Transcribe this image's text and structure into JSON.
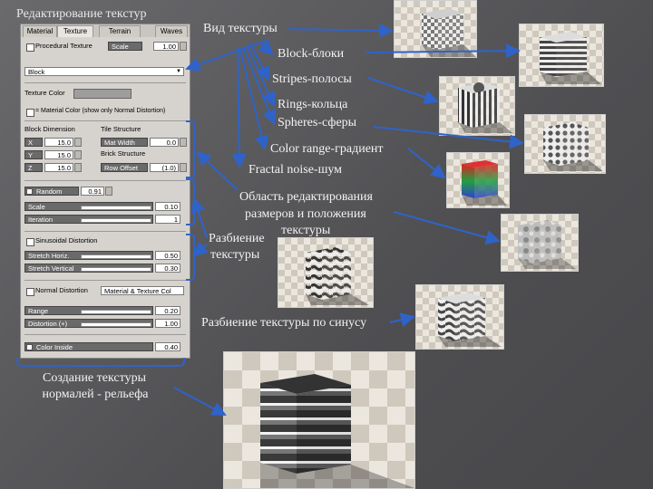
{
  "slide": {
    "title": "Редактирование текстур"
  },
  "labels": {
    "texture_view": "Вид текстуры",
    "block": "Block-блоки",
    "stripes": "Stripes-полосы",
    "rings": "Rings-кольца",
    "spheres": "Spheres-сферы",
    "color_range": "Color range-градиент",
    "fractal": "Fractal noise-шум",
    "edit_area_1": "Область редактирования",
    "edit_area_2": "размеров и положения",
    "edit_area_3": "текстуры",
    "split_1": "Разбиение",
    "split_2": "текстуры",
    "split_sine": "Разбиение текстуры по синусу",
    "normals_1": "Создание текстуры",
    "normals_2": "нормалей - рельефа"
  },
  "panel": {
    "tabs": [
      "Material",
      "Texture",
      "Terrain",
      "Waves"
    ],
    "active_tab": "Texture",
    "texture_row_label": "Procedural Texture",
    "scale_btn": "Scale",
    "scale_value": "1.00",
    "pattern_selected": "Block",
    "texture_color_label": "Texture Color",
    "material_color_label": "= Material Color (show only Normal Distortion)",
    "block_dimension_label": "Block Dimension",
    "tile_structure_label": "Tile Structure",
    "x_label": "X",
    "x_value": "15.0",
    "y_label": "Y",
    "y_value": "15.0",
    "z_label": "Z",
    "z_value": "15.0",
    "mat_width": "Mat Width",
    "mat_width_value": "0.0",
    "brick_structure_label": "Brick Structure",
    "row_offset": "Row Offset",
    "row_offset_value": "(1.0)",
    "random_label": "Random",
    "random_value": "0.91",
    "scale_label": "Scale",
    "scale_val": "0.10",
    "iteration_label": "Iteration",
    "iteration_val": "1",
    "sinusoidal_label": "Sinusoidal Distortion",
    "stretch_horiz": "Stretch Horiz.",
    "stretch_horiz_val": "0.50",
    "stretch_vert": "Stretch Vertical",
    "stretch_vert_val": "0.30",
    "normal_distortion": "Normal Distortion",
    "normal_mode": "Material & Texture Col",
    "range_label": "Range",
    "range_val": "0.20",
    "distortion_label": "Distortion (+)",
    "distortion_val": "1.00",
    "color_inside_label": "Color Inside",
    "color_inside_val": "0.40"
  },
  "colors": {
    "accent_arrow": "#2f63c9",
    "background": "#5b5b5e",
    "panel_bg": "#d6d3ce"
  }
}
